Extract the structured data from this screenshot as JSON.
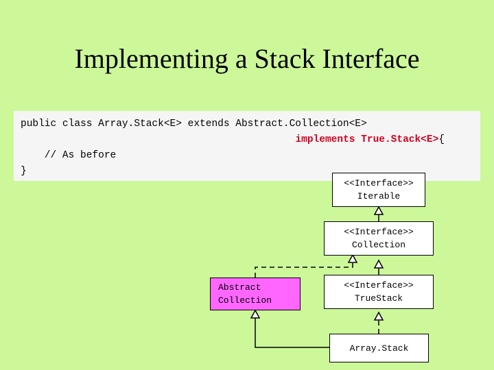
{
  "slide": {
    "title": "Implementing a Stack Interface",
    "background_color": "#ccf89a"
  },
  "code": {
    "line1_a": "public class Array.Stack<E> extends Abstract.Collection<E>",
    "line2_a": "implements ",
    "line2_b": "True.Stack<E>",
    "line2_c": "{",
    "line3": "    // As before",
    "line4": "}",
    "keyword_color": "#d1001f"
  },
  "diagram": {
    "type": "uml-class-hierarchy",
    "nodes": [
      {
        "id": "iterable",
        "line1": "<<Interface>>",
        "line2": "Iterable",
        "fill": "#ffffff"
      },
      {
        "id": "collection",
        "line1": "<<Interface>>",
        "line2": "Collection",
        "fill": "#ffffff"
      },
      {
        "id": "abstract-collection",
        "line1": "Abstract",
        "line2": "Collection",
        "fill": "#ff66ff"
      },
      {
        "id": "true-stack",
        "line1": "<<Interface>>",
        "line2": "TrueStack",
        "fill": "#ffffff"
      },
      {
        "id": "array-stack",
        "line1": "Array.Stack",
        "line2": "",
        "fill": "#ffffff"
      }
    ]
  }
}
